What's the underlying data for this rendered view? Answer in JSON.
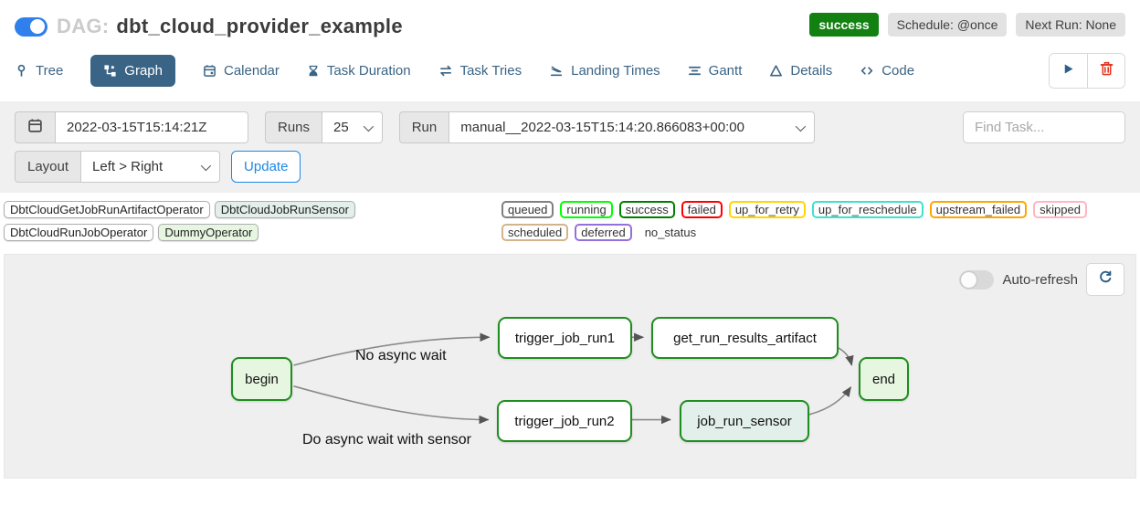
{
  "header": {
    "dag_prefix": "DAG:",
    "dag_title": "dbt_cloud_provider_example",
    "dag_enabled": true,
    "status_badge": "success",
    "schedule_badge": "Schedule: @once",
    "next_run_badge": "Next Run: None"
  },
  "tabs": [
    {
      "label": "Tree",
      "active": false
    },
    {
      "label": "Graph",
      "active": true
    },
    {
      "label": "Calendar",
      "active": false
    },
    {
      "label": "Task Duration",
      "active": false
    },
    {
      "label": "Task Tries",
      "active": false
    },
    {
      "label": "Landing Times",
      "active": false
    },
    {
      "label": "Gantt",
      "active": false
    },
    {
      "label": "Details",
      "active": false
    },
    {
      "label": "Code",
      "active": false
    }
  ],
  "filters": {
    "base_date_value": "2022-03-15T15:14:21Z",
    "runs_label": "Runs",
    "runs_value": "25",
    "run_label": "Run",
    "run_value": "manual__2022-03-15T15:14:20.866083+00:00",
    "find_task_placeholder": "Find Task...",
    "layout_label": "Layout",
    "layout_value": "Left > Right",
    "update_button": "Update"
  },
  "legend": {
    "operators": [
      {
        "label": "DbtCloudGetJobRunArtifactOperator",
        "fill": "#ffffff"
      },
      {
        "label": "DbtCloudJobRunSensor",
        "fill": "#e3efeb"
      },
      {
        "label": "DbtCloudRunJobOperator",
        "fill": "#ffffff"
      },
      {
        "label": "DummyOperator",
        "fill": "#e7f6e1"
      }
    ],
    "statuses": [
      {
        "label": "queued",
        "color": "#808080"
      },
      {
        "label": "running",
        "color": "#00ff00"
      },
      {
        "label": "success",
        "color": "#008000"
      },
      {
        "label": "failed",
        "color": "#ff0000"
      },
      {
        "label": "up_for_retry",
        "color": "#ffd700"
      },
      {
        "label": "up_for_reschedule",
        "color": "#40e0d0"
      },
      {
        "label": "upstream_failed",
        "color": "#ffa500"
      },
      {
        "label": "skipped",
        "color": "#ffb6c1"
      },
      {
        "label": "scheduled",
        "color": "#d2b48c"
      },
      {
        "label": "deferred",
        "color": "#9370db"
      },
      {
        "label": "no_status",
        "color": "transparent"
      }
    ]
  },
  "graph": {
    "auto_refresh_label": "Auto-refresh",
    "auto_refresh_enabled": false,
    "node_border_color": "#1e8e1e",
    "nodes": [
      {
        "id": "begin",
        "label": "begin",
        "fill": "#e7f6e1"
      },
      {
        "id": "trigger_job_run1",
        "label": "trigger_job_run1",
        "fill": "#ffffff"
      },
      {
        "id": "get_run_results_artifact",
        "label": "get_run_results_artifact",
        "fill": "#ffffff"
      },
      {
        "id": "trigger_job_run2",
        "label": "trigger_job_run2",
        "fill": "#ffffff"
      },
      {
        "id": "job_run_sensor",
        "label": "job_run_sensor",
        "fill": "#e3efeb"
      },
      {
        "id": "end",
        "label": "end",
        "fill": "#e7f6e1"
      }
    ],
    "edges": [
      [
        "begin",
        "trigger_job_run1"
      ],
      [
        "begin",
        "trigger_job_run2"
      ],
      [
        "trigger_job_run1",
        "get_run_results_artifact"
      ],
      [
        "trigger_job_run2",
        "job_run_sensor"
      ],
      [
        "get_run_results_artifact",
        "end"
      ],
      [
        "job_run_sensor",
        "end"
      ]
    ],
    "edge_labels": [
      "No async wait",
      "Do async wait with sensor"
    ]
  }
}
